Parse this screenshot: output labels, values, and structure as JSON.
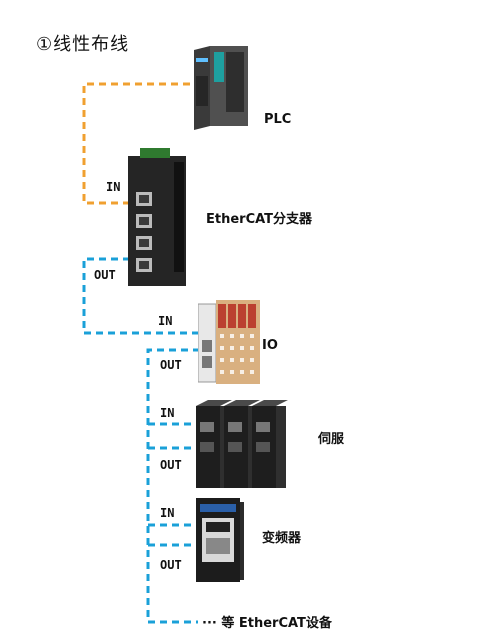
{
  "title": "①线性布线",
  "devices": {
    "plc": "PLC",
    "splitter": "EtherCAT分支器",
    "io": "IO",
    "servo": "伺服",
    "inverter": "变频器",
    "more": "··· 等 EtherCAT设备"
  },
  "ports": {
    "in": "IN",
    "out": "OUT"
  },
  "colors": {
    "orange_wire": "#f0a030",
    "blue_wire": "#1aa0d8",
    "device_dark": "#2a2a2a"
  }
}
